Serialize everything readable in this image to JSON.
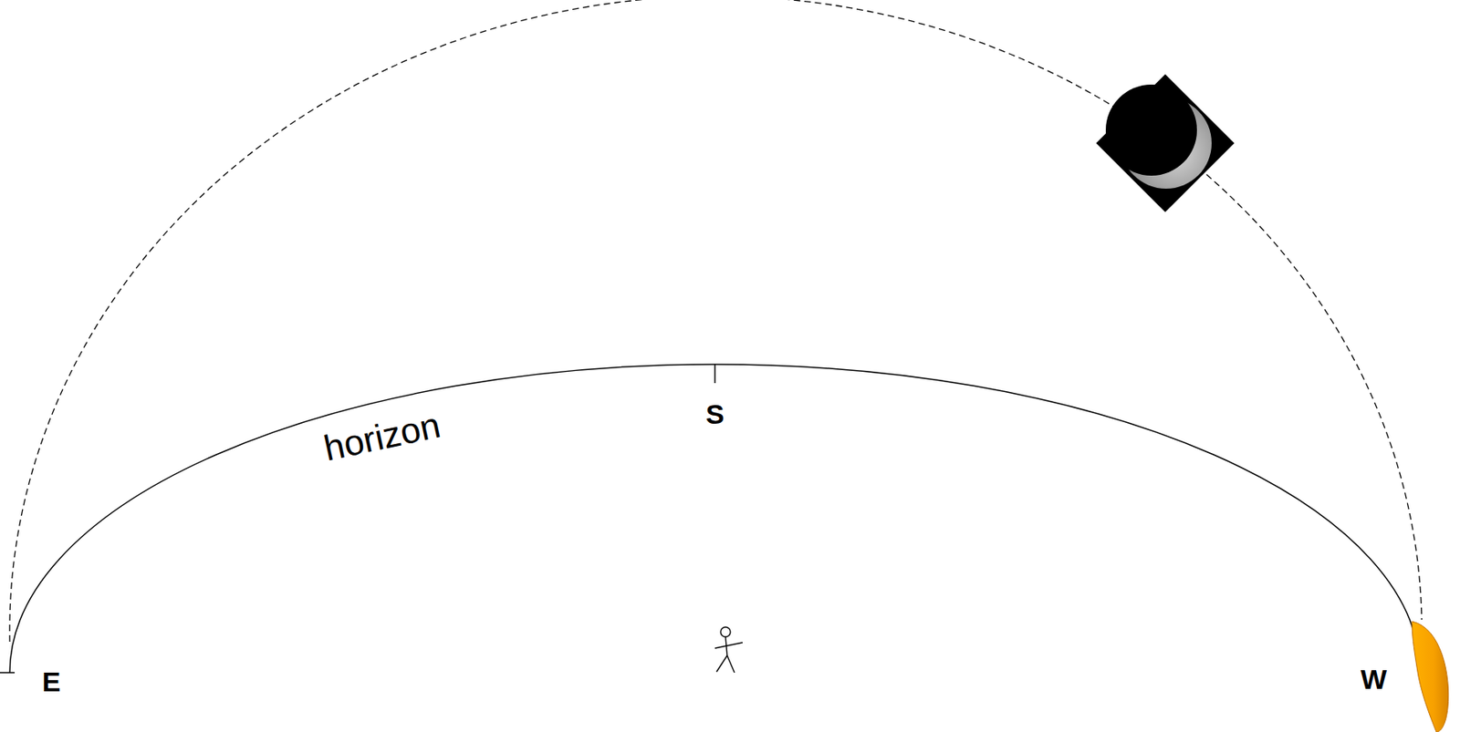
{
  "diagram": {
    "labels": [
      "horizon",
      "S",
      "E",
      "W"
    ]
  }
}
